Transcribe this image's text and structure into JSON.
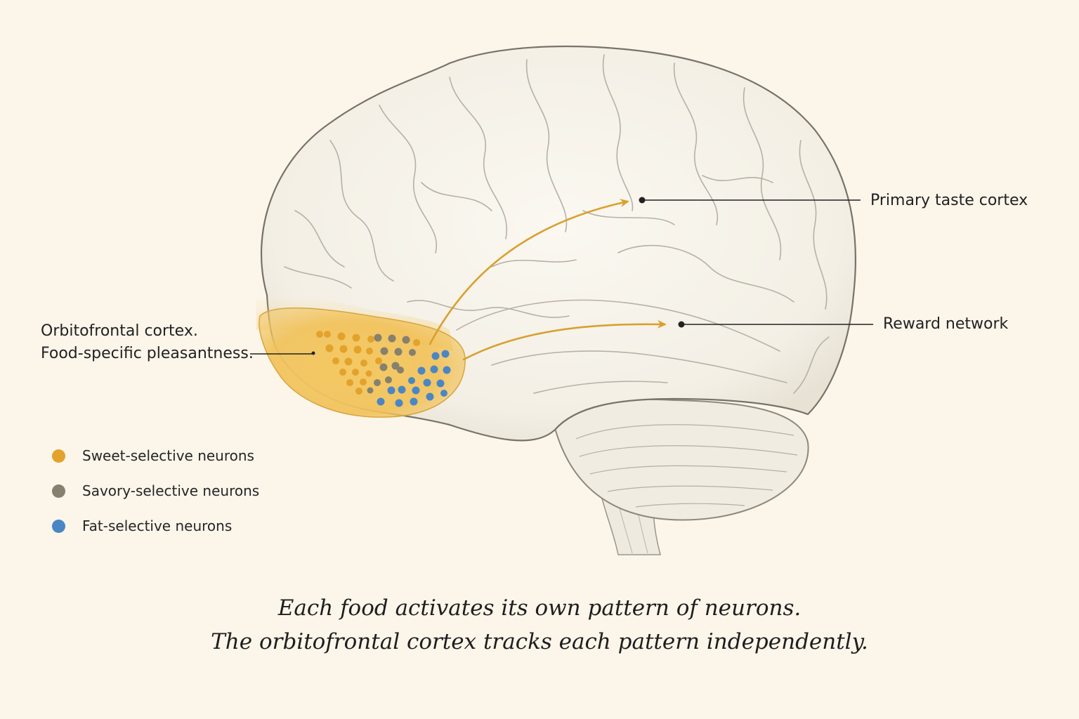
{
  "labels": {
    "ofc_line1": "Orbitofrontal cortex.",
    "ofc_line2": "Food-specific pleasantness.",
    "taste": "Primary taste cortex",
    "reward": "Reward network"
  },
  "legend": [
    {
      "label": "Sweet-selective neurons",
      "color": "#e2a22c"
    },
    {
      "label": "Savory-selective neurons",
      "color": "#86806e"
    },
    {
      "label": "Fat-selective neurons",
      "color": "#4a86c4"
    }
  ],
  "caption": {
    "line1": "Each food activates its own pattern of neurons.",
    "line2": "The orbitofrontal cortex tracks each pattern independently."
  },
  "colors": {
    "background": "#fbf5ea",
    "ofc_highlight": "#f1c25a",
    "arrow": "#d9a02e",
    "leader_line": "#222222"
  },
  "icons": [
    "brain-illustration",
    "neuron-dot",
    "arrow-head"
  ]
}
